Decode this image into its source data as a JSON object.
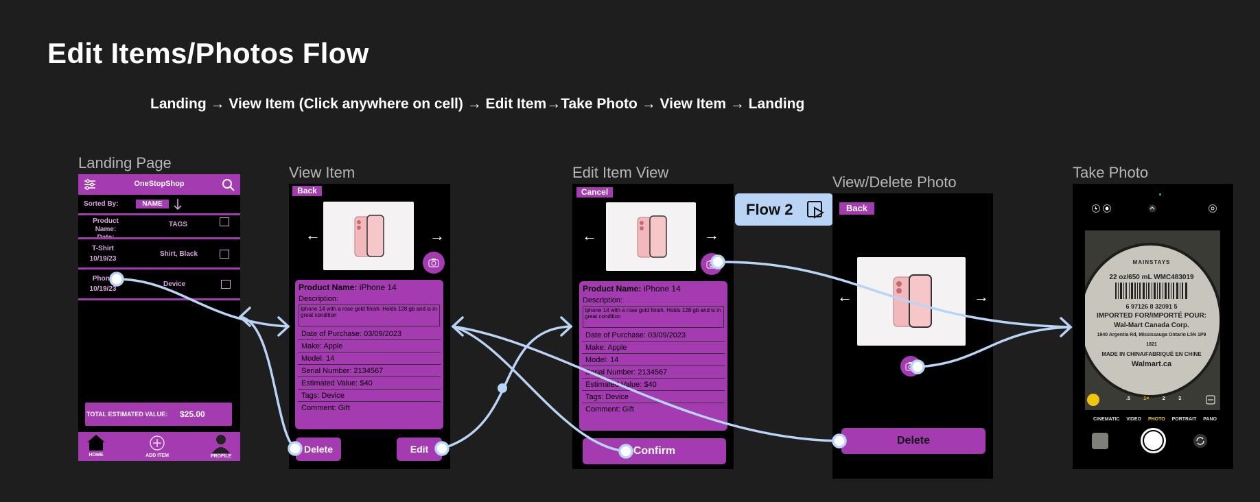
{
  "title": "Edit Items/Photos Flow",
  "subtitle": "Landing → View Item (Click anywhere on cell) → Edit Item→Take Photo → View Item → Landing",
  "colors": {
    "background": "#1e1e1e",
    "accent": "#a43bb0",
    "flow_line": "#b9d4f5"
  },
  "frames": {
    "landing": {
      "label": "Landing Page",
      "app_name": "OneStopShop",
      "sorted_by_label": "Sorted By:",
      "sorted_by_value": "NAME",
      "header": {
        "product_name": "Product Name:",
        "date": "Date:",
        "tags": "TAGS"
      },
      "rows": [
        {
          "name": "T-Shirt",
          "date": "10/19/23",
          "tags": "Shirt, Black"
        },
        {
          "name": "Phone",
          "date": "10/19/23",
          "tags": "Device"
        }
      ],
      "total_label": "TOTAL ESTIMATED VALUE:",
      "total_value": "$25.00",
      "nav": {
        "home": "HOME",
        "add_item": "ADD ITEM",
        "profile": "PROFILE"
      }
    },
    "view_item": {
      "label": "View Item",
      "back": "Back",
      "product_name_label": "Product Name:",
      "product_name": "iPhone 14",
      "description_label": "Description:",
      "description": "Iphone 14 with a rose gold finish. Holds 128 gb and is in great condition",
      "date_of_purchase": "Date of Purchase: 03/09/2023",
      "make": "Make: Apple",
      "model": "Model: 14",
      "serial": "Serial Number: 2134567",
      "value": "Estimated Value: $40",
      "tags": "Tags: Device",
      "comment": "Comment: Gift",
      "delete": "Delete",
      "edit": "Edit"
    },
    "edit_item": {
      "label": "Edit Item View",
      "cancel": "Cancel",
      "product_name_label": "Product Name:",
      "product_name": "iPhone 14",
      "description_label": "Description:",
      "description": "Iphone 14 with a rose gold finish. Holds 128 gb and is in great condition",
      "date_of_purchase": "Date of Purchase: 03/09/2023",
      "make": "Make: Apple",
      "model": "Model: 14",
      "serial": "Serial Number: 2134567",
      "value": "Estimated Value: $40",
      "tags": "Tags: Device",
      "comment": "Comment: Gift",
      "confirm": "Confirm"
    },
    "flow2": {
      "label": "Flow 2"
    },
    "view_delete_photo": {
      "label": "View/Delete Photo",
      "back": "Back",
      "delete": "Delete"
    },
    "take_photo": {
      "label": "Take Photo",
      "modes": [
        "CINEMATIC",
        "VIDEO",
        "PHOTO",
        "PORTRAIT",
        "PANO"
      ],
      "zoom": [
        ".5",
        "1×",
        "2",
        "3"
      ],
      "label_lines": [
        "MAINSTAYS",
        "22 oz/650 mL  WMC483019",
        "6 97126 8 32091 5",
        "IMPORTED FOR/IMPORTÉ POUR:",
        "Wal-Mart Canada Corp.",
        "1940 Argentia Rd, Mississauga Ontario L5N 1P9 1821",
        "MADE IN CHINA/FABRIQUÉ EN CHINE",
        "Walmart.ca"
      ]
    }
  }
}
